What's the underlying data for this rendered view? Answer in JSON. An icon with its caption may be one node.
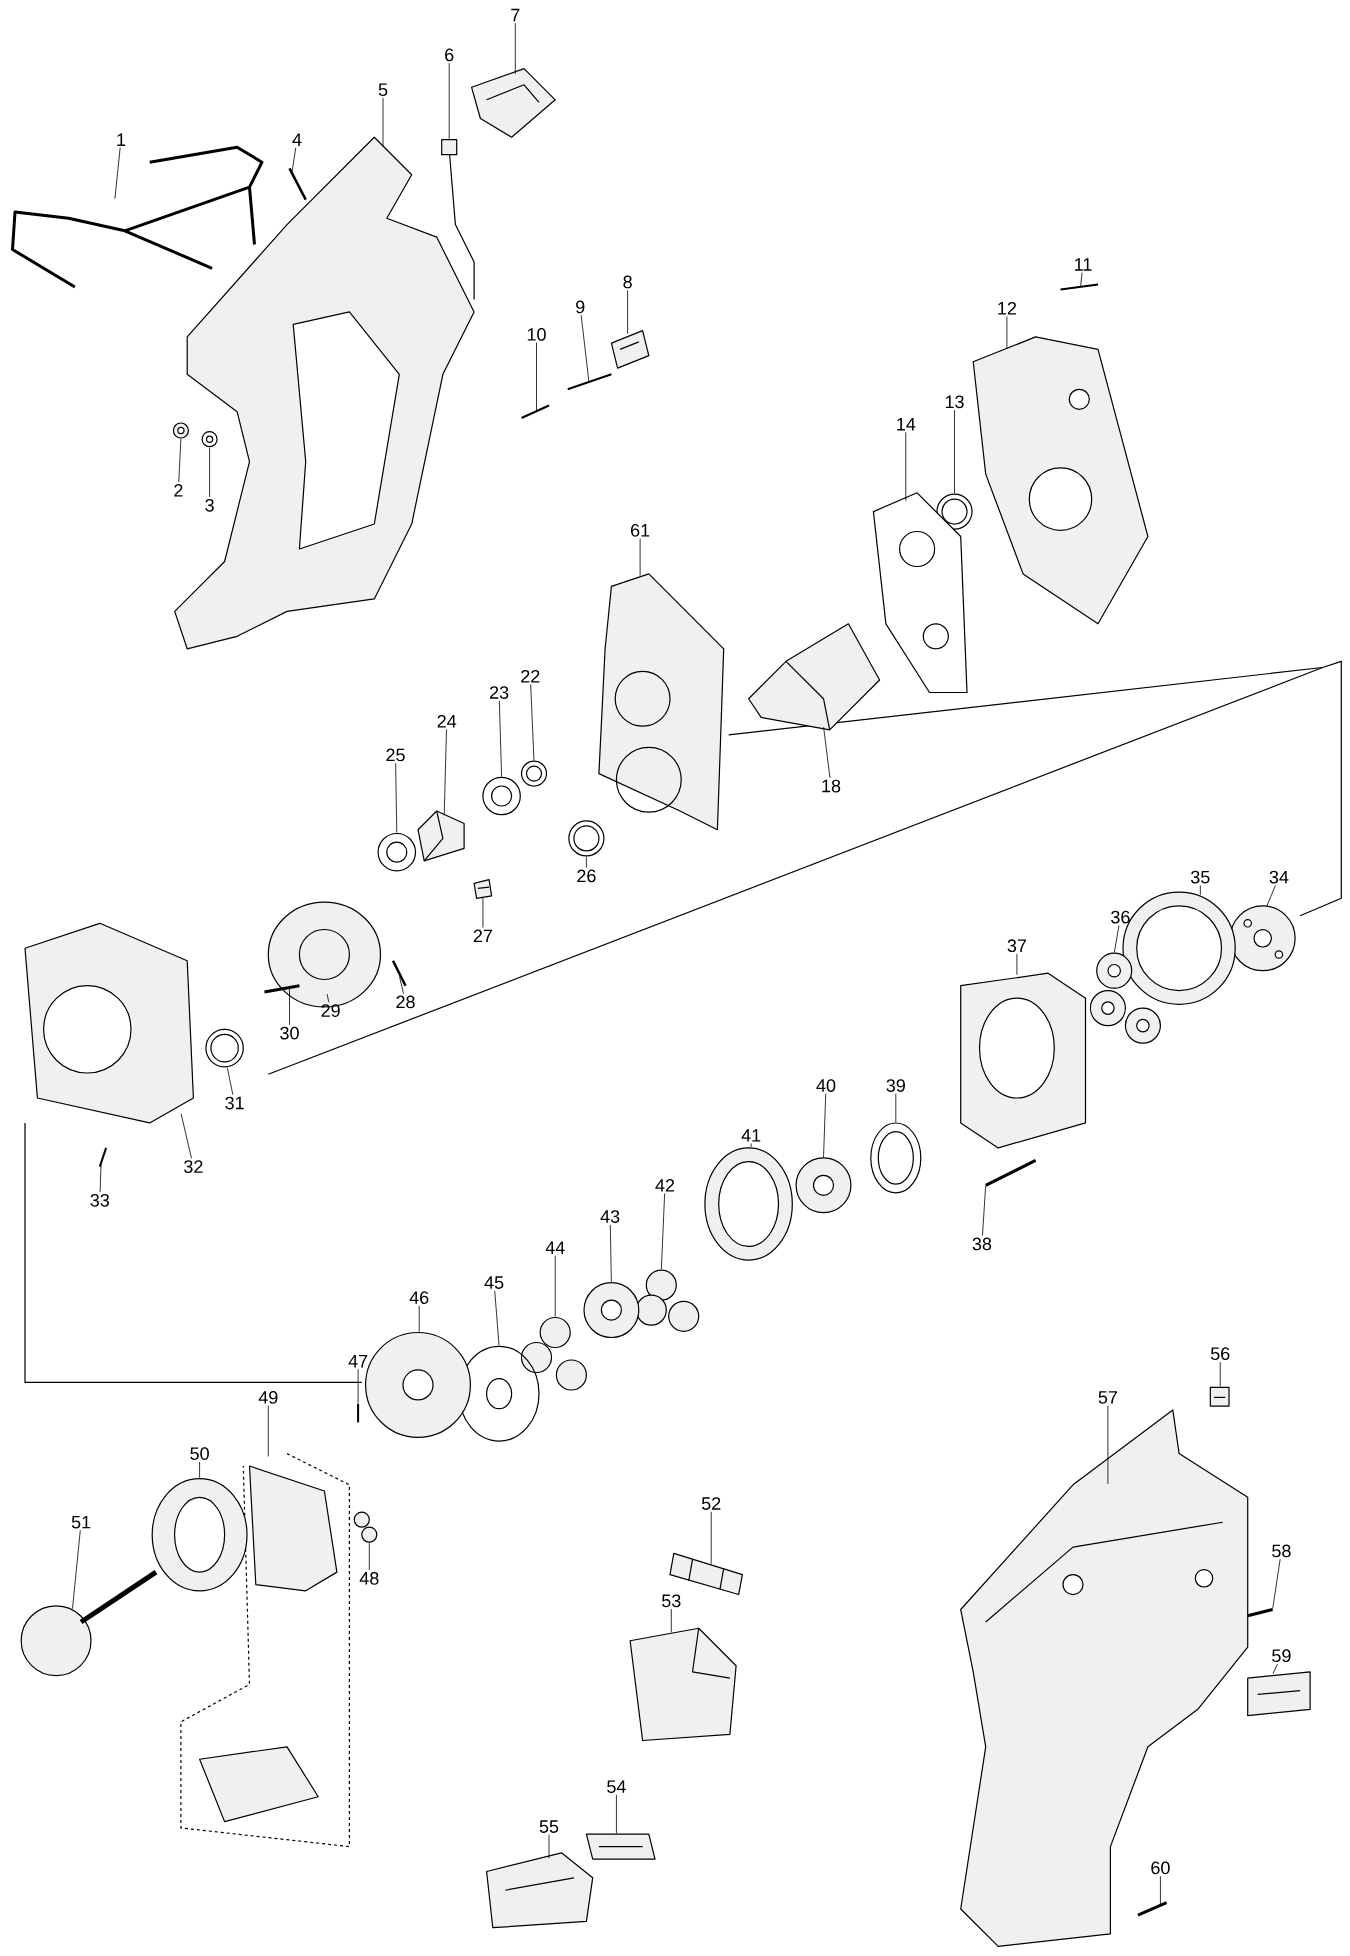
{
  "diagram": {
    "nodes": [
      {
        "text": [
          "1"
        ]
      },
      {
        "text": [
          "2"
        ]
      },
      {
        "text": [
          "3"
        ]
      },
      {
        "text": [
          "4"
        ]
      },
      {
        "text": [
          "5"
        ]
      },
      {
        "text": [
          "6"
        ]
      },
      {
        "text": [
          "7"
        ]
      },
      {
        "text": [
          "8"
        ]
      },
      {
        "text": [
          "9"
        ]
      },
      {
        "text": [
          "10"
        ]
      },
      {
        "text": [
          "11"
        ]
      },
      {
        "text": [
          "12"
        ]
      },
      {
        "text": [
          "13"
        ]
      },
      {
        "text": [
          "14"
        ]
      },
      {
        "text": [
          "18"
        ]
      },
      {
        "text": [
          "22"
        ]
      },
      {
        "text": [
          "23"
        ]
      },
      {
        "text": [
          "24"
        ]
      },
      {
        "text": [
          "25"
        ]
      },
      {
        "text": [
          "26"
        ]
      },
      {
        "text": [
          "27"
        ]
      },
      {
        "text": [
          "28"
        ]
      },
      {
        "text": [
          "29"
        ]
      },
      {
        "text": [
          "30"
        ]
      },
      {
        "text": [
          "31"
        ]
      },
      {
        "text": [
          "32"
        ]
      },
      {
        "text": [
          "33"
        ]
      },
      {
        "text": [
          "34"
        ]
      },
      {
        "text": [
          "35"
        ]
      },
      {
        "text": [
          "36"
        ]
      },
      {
        "text": [
          "37"
        ]
      },
      {
        "text": [
          "38"
        ]
      },
      {
        "text": [
          "39"
        ]
      },
      {
        "text": [
          "40"
        ]
      },
      {
        "text": [
          "41"
        ]
      },
      {
        "text": [
          "42"
        ]
      },
      {
        "text": [
          "43"
        ]
      },
      {
        "text": [
          "44"
        ]
      },
      {
        "text": [
          "45"
        ]
      },
      {
        "text": [
          "46"
        ]
      },
      {
        "text": [
          "47"
        ]
      },
      {
        "text": [
          "48"
        ]
      },
      {
        "text": [
          "49"
        ]
      },
      {
        "text": [
          "50"
        ]
      },
      {
        "text": [
          "51"
        ]
      },
      {
        "text": [
          "52"
        ]
      },
      {
        "text": [
          "53"
        ]
      },
      {
        "text": [
          "54"
        ]
      },
      {
        "text": [
          "55"
        ]
      },
      {
        "text": [
          "56"
        ]
      },
      {
        "text": [
          "57"
        ]
      },
      {
        "text": [
          "58"
        ]
      },
      {
        "text": [
          "59"
        ]
      },
      {
        "text": [
          "60"
        ]
      },
      {
        "text": [
          "61"
        ]
      },
      {
        "text": [],
        "shape": "picture"
      },
      {
        "text": [],
        "shape": "picture"
      },
      {
        "text": [],
        "shape": "picture"
      },
      {
        "text": [],
        "shape": "picture"
      },
      {
        "text": [],
        "shape": "picture"
      },
      {
        "text": [],
        "shape": "picture"
      },
      {
        "text": [],
        "shape": "picture"
      },
      {
        "text": [],
        "shape": "picture"
      },
      {
        "text": [],
        "shape": "picture"
      },
      {
        "text": [],
        "shape": "picture"
      },
      {
        "text": [],
        "shape": "picture"
      },
      {
        "text": [],
        "shape": "picture"
      },
      {
        "text": [],
        "shape": "picture"
      },
      {
        "text": [],
        "shape": "picture"
      },
      {
        "text": [],
        "shape": "picture"
      },
      {
        "text": [],
        "shape": "picture"
      },
      {
        "text": [],
        "shape": "picture"
      },
      {
        "text": [],
        "shape": "picture"
      },
      {
        "text": [],
        "shape": "picture"
      },
      {
        "text": [],
        "shape": "picture"
      },
      {
        "text": [],
        "shape": "picture"
      },
      {
        "text": [],
        "shape": "picture"
      },
      {
        "text": [],
        "shape": "picture"
      },
      {
        "text": [],
        "shape": "picture"
      },
      {
        "text": [],
        "shape": "picture"
      },
      {
        "text": [],
        "shape": "picture"
      },
      {
        "text": [],
        "shape": "picture"
      },
      {
        "text": [],
        "shape": "picture"
      },
      {
        "text": [],
        "shape": "picture"
      },
      {
        "text": [],
        "shape": "picture"
      },
      {
        "text": [],
        "shape": "picture"
      },
      {
        "text": [],
        "shape": "picture"
      },
      {
        "text": [],
        "shape": "picture"
      },
      {
        "text": [],
        "shape": "picture"
      },
      {
        "text": [],
        "shape": "picture"
      },
      {
        "text": [],
        "shape": "picture"
      },
      {
        "text": [],
        "shape": "picture"
      },
      {
        "text": [],
        "shape": "picture"
      },
      {
        "text": [],
        "shape": "picture"
      },
      {
        "text": [],
        "shape": "picture"
      },
      {
        "text": [],
        "shape": "picture"
      },
      {
        "text": [],
        "shape": "picture"
      },
      {
        "text": [],
        "shape": "picture"
      },
      {
        "text": [],
        "shape": "picture"
      },
      {
        "text": [],
        "shape": "picture"
      },
      {
        "text": [],
        "shape": "picture"
      },
      {
        "text": [],
        "shape": "picture"
      },
      {
        "text": [],
        "shape": "picture"
      },
      {
        "text": [],
        "shape": "picture"
      },
      {
        "text": [],
        "shape": "picture"
      },
      {
        "text": [],
        "shape": "picture"
      },
      {
        "text": [],
        "shape": "picture"
      },
      {
        "text": [],
        "shape": "picture"
      },
      {
        "text": [],
        "shape": "picture"
      },
      {
        "text": [],
        "shape": "picture"
      }
    ],
    "edges": [
      {
        "from": 0,
        "to": 55,
        "arrow": "none"
      },
      {
        "from": 1,
        "to": 56,
        "arrow": "none"
      },
      {
        "from": 2,
        "to": 57,
        "arrow": "none"
      },
      {
        "from": 3,
        "to": 58,
        "arrow": "none"
      },
      {
        "from": 4,
        "to": 59,
        "arrow": "none"
      },
      {
        "from": 5,
        "to": 60,
        "arrow": "none"
      },
      {
        "from": 6,
        "to": 61,
        "arrow": "none"
      },
      {
        "from": 7,
        "to": 62,
        "arrow": "none"
      },
      {
        "from": 8,
        "to": 63,
        "arrow": "none"
      },
      {
        "from": 9,
        "to": 64,
        "arrow": "none"
      },
      {
        "from": 10,
        "to": 65,
        "arrow": "none"
      },
      {
        "from": 11,
        "to": 66,
        "arrow": "none"
      },
      {
        "from": 12,
        "to": 67,
        "arrow": "none"
      },
      {
        "from": 13,
        "to": 68,
        "arrow": "none"
      },
      {
        "from": 14,
        "to": 69,
        "arrow": "none"
      },
      {
        "from": 15,
        "to": 70,
        "arrow": "none"
      },
      {
        "from": 16,
        "to": 71,
        "arrow": "none"
      },
      {
        "from": 17,
        "to": 72,
        "arrow": "none"
      },
      {
        "from": 18,
        "to": 73,
        "arrow": "none"
      },
      {
        "from": 19,
        "to": 74,
        "arrow": "none"
      },
      {
        "from": 20,
        "to": 75,
        "arrow": "none"
      },
      {
        "from": 21,
        "to": 76,
        "arrow": "none"
      },
      {
        "from": 22,
        "to": 77,
        "arrow": "none"
      },
      {
        "from": 23,
        "to": 78,
        "arrow": "none"
      },
      {
        "from": 24,
        "to": 79,
        "arrow": "none"
      },
      {
        "from": 25,
        "to": 80,
        "arrow": "none"
      },
      {
        "from": 26,
        "to": 81,
        "arrow": "none"
      },
      {
        "from": 27,
        "to": 82,
        "arrow": "none"
      },
      {
        "from": 28,
        "to": 83,
        "arrow": "none"
      },
      {
        "from": 29,
        "to": 84,
        "arrow": "none"
      },
      {
        "from": 30,
        "to": 85,
        "arrow": "none"
      },
      {
        "from": 31,
        "to": 86,
        "arrow": "none"
      },
      {
        "from": 32,
        "to": 87,
        "arrow": "none"
      },
      {
        "from": 33,
        "to": 88,
        "arrow": "none"
      },
      {
        "from": 34,
        "to": 89,
        "arrow": "none"
      },
      {
        "from": 35,
        "to": 90,
        "arrow": "none"
      },
      {
        "from": 36,
        "to": 91,
        "arrow": "none"
      },
      {
        "from": 37,
        "to": 92,
        "arrow": "none"
      },
      {
        "from": 38,
        "to": 93,
        "arrow": "none"
      },
      {
        "from": 39,
        "to": 94,
        "arrow": "none"
      },
      {
        "from": 40,
        "to": 95,
        "arrow": "none"
      },
      {
        "from": 41,
        "to": 96,
        "arrow": "none"
      },
      {
        "from": 42,
        "to": 97,
        "arrow": "none"
      },
      {
        "from": 43,
        "to": 98,
        "arrow": "none"
      },
      {
        "from": 44,
        "to": 99,
        "arrow": "none"
      },
      {
        "from": 45,
        "to": 100,
        "arrow": "none"
      },
      {
        "from": 46,
        "to": 101,
        "arrow": "none"
      },
      {
        "from": 47,
        "to": 102,
        "arrow": "none"
      },
      {
        "from": 48,
        "to": 103,
        "arrow": "none"
      },
      {
        "from": 49,
        "to": 104,
        "arrow": "none"
      },
      {
        "from": 50,
        "to": 105,
        "arrow": "none"
      },
      {
        "from": 51,
        "to": 106,
        "arrow": "none"
      },
      {
        "from": 52,
        "to": 107,
        "arrow": "none"
      },
      {
        "from": 53,
        "to": 108,
        "arrow": "none"
      },
      {
        "from": 54,
        "to": 109,
        "arrow": "none"
      }
    ]
  }
}
